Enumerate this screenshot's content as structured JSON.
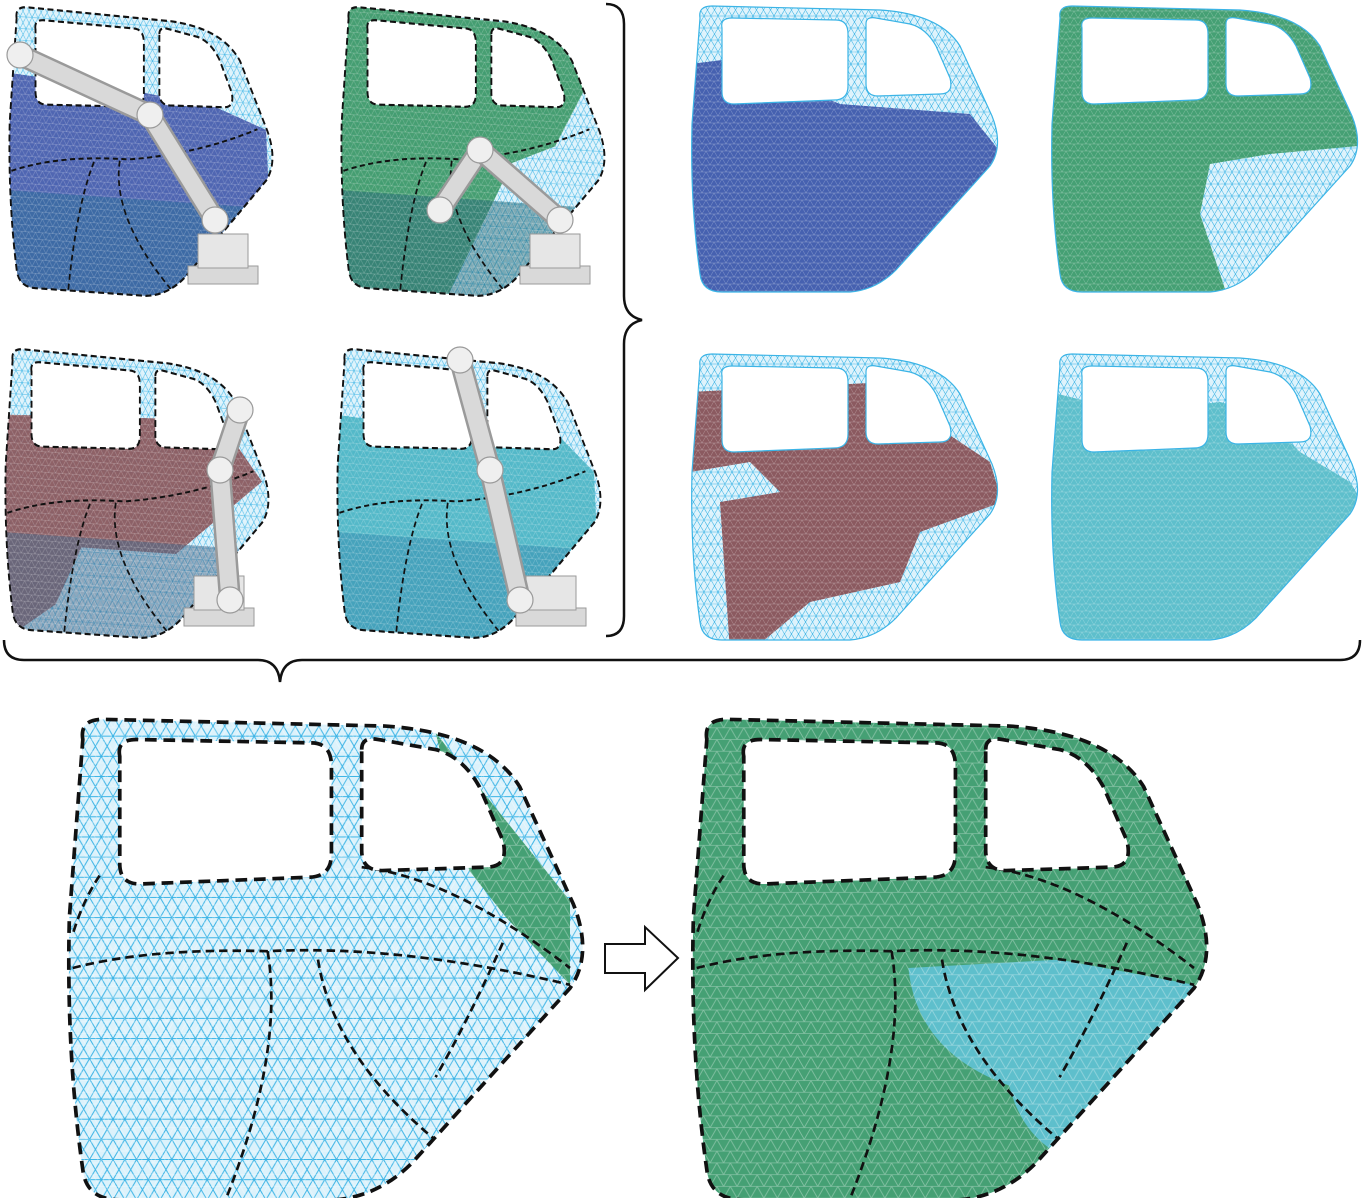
{
  "figure": {
    "panels": {
      "robot_views": [
        {
          "id": "robot-blue",
          "fill": "#4a5fae",
          "fill2": "#2f6f9a",
          "theme": "blue"
        },
        {
          "id": "robot-green",
          "fill": "#3f9a6a",
          "fill2": "#2e6e7a",
          "theme": "green"
        },
        {
          "id": "robot-red",
          "fill": "#8a5a5f",
          "fill2": "#4f6b8a",
          "theme": "red"
        },
        {
          "id": "robot-teal",
          "fill": "#4fb6c6",
          "fill2": "#3a8fb0",
          "theme": "teal"
        }
      ],
      "coverage_views": [
        {
          "id": "coverage-blue",
          "fill": "#4661b0"
        },
        {
          "id": "coverage-green",
          "fill": "#45a074"
        },
        {
          "id": "coverage-red",
          "fill": "#8b5a60"
        },
        {
          "id": "coverage-teal",
          "fill": "#5ebfcc"
        }
      ],
      "merged_input": {
        "fill": "#dff3fb"
      },
      "merged_output": {
        "fill_a": "#45a074",
        "fill_b": "#5ebfcc"
      }
    },
    "colors": {
      "mesh_line": "#3bb4e6",
      "mesh_bg": "#dcf2fb",
      "boundary_dash": "#111111",
      "robot_body": "#d9d9d9",
      "robot_shadow": "#9a9a9a",
      "bracket": "#111111"
    },
    "icons": [
      "robot-arm-icon",
      "right-arrow-icon",
      "brace-icon"
    ]
  }
}
